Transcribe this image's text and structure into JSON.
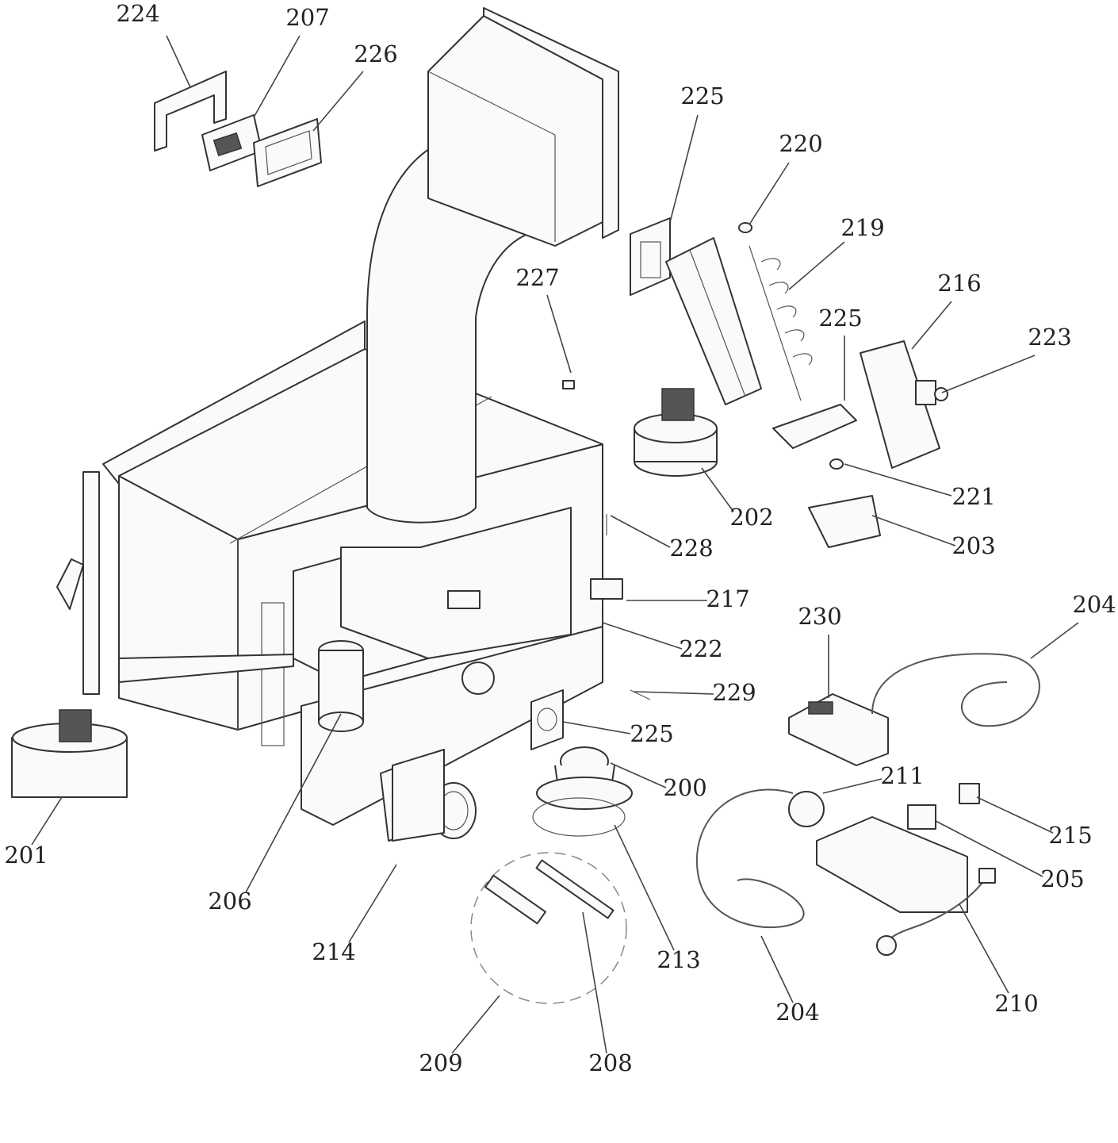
{
  "callouts": [
    {
      "id": "224"
    },
    {
      "id": "207"
    },
    {
      "id": "226"
    },
    {
      "id": "225"
    },
    {
      "id": "220"
    },
    {
      "id": "219"
    },
    {
      "id": "216"
    },
    {
      "id": "225"
    },
    {
      "id": "223"
    },
    {
      "id": "227"
    },
    {
      "id": "221"
    },
    {
      "id": "202"
    },
    {
      "id": "228"
    },
    {
      "id": "203"
    },
    {
      "id": "217"
    },
    {
      "id": "230"
    },
    {
      "id": "204"
    },
    {
      "id": "222"
    },
    {
      "id": "229"
    },
    {
      "id": "225"
    },
    {
      "id": "200"
    },
    {
      "id": "211"
    },
    {
      "id": "215"
    },
    {
      "id": "205"
    },
    {
      "id": "201"
    },
    {
      "id": "206"
    },
    {
      "id": "214"
    },
    {
      "id": "213"
    },
    {
      "id": "204"
    },
    {
      "id": "210"
    },
    {
      "id": "209"
    },
    {
      "id": "208"
    }
  ]
}
